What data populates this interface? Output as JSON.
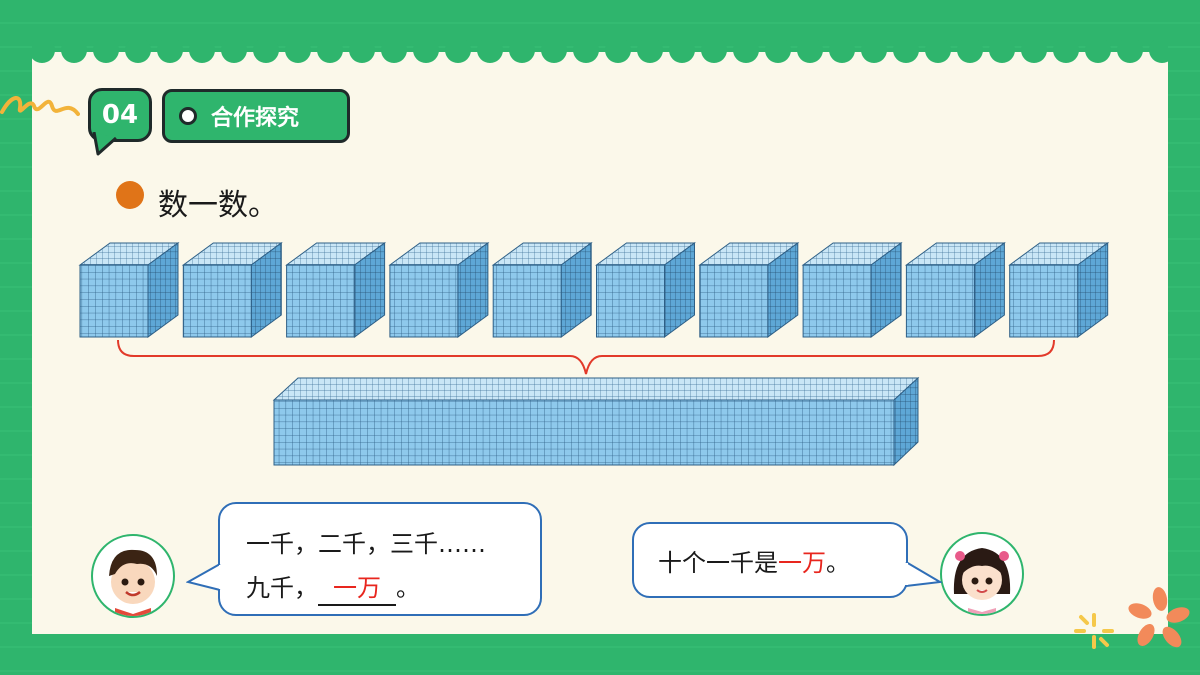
{
  "section": {
    "number": "04",
    "title": "合作探究"
  },
  "task": {
    "text": "数一数。"
  },
  "blocks": {
    "thousand_cube_count": 10
  },
  "boy_bubble": {
    "line1": "一千，二千，三千……",
    "line2_prefix": "九千，",
    "answer": "一万",
    "line2_suffix": "。"
  },
  "girl_bubble": {
    "prefix": "十个一千是",
    "answer": "一万",
    "suffix": "。"
  },
  "colors": {
    "bg_green": "#2fb56d",
    "panel": "#fbf8ea",
    "cube_blue": "#8ec9ec",
    "answer_red": "#e8261e",
    "bubble_border": "#2f6eb7",
    "bullet_orange": "#e07418"
  },
  "icons": {
    "boy": "boy-avatar-icon",
    "girl": "girl-avatar-icon"
  }
}
